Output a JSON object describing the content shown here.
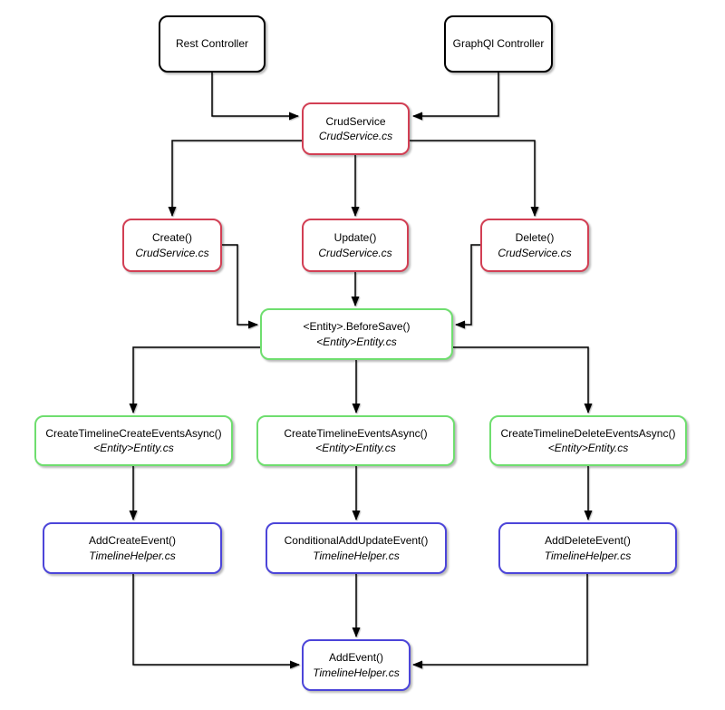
{
  "colors": {
    "black": "#000000",
    "red": "#d23f54",
    "green": "#6fde6f",
    "blue": "#4c45d9",
    "line": "#000000",
    "bg": "#ffffff"
  },
  "nodes": {
    "rest_controller": {
      "label": "Rest Controller"
    },
    "graphql_controller": {
      "label": "GraphQl Controller"
    },
    "crud_service": {
      "label": "CrudService",
      "sublabel": "CrudService.cs"
    },
    "create": {
      "label": "Create()",
      "sublabel": "CrudService.cs"
    },
    "update": {
      "label": "Update()",
      "sublabel": "CrudService.cs"
    },
    "delete": {
      "label": "Delete()",
      "sublabel": "CrudService.cs"
    },
    "before_save": {
      "label": "<Entity>.BeforeSave()",
      "sublabel": "<Entity>Entity.cs"
    },
    "create_timeline_create": {
      "label": "CreateTimelineCreateEventsAsync()",
      "sublabel": "<Entity>Entity.cs"
    },
    "create_timeline_events": {
      "label": "CreateTimelineEventsAsync()",
      "sublabel": "<Entity>Entity.cs"
    },
    "create_timeline_delete": {
      "label": "CreateTimelineDeleteEventsAsync()",
      "sublabel": "<Entity>Entity.cs"
    },
    "add_create_event": {
      "label": "AddCreateEvent()",
      "sublabel": "TimelineHelper.cs"
    },
    "conditional_add_update_event": {
      "label": "ConditionalAddUpdateEvent()",
      "sublabel": "TimelineHelper.cs"
    },
    "add_delete_event": {
      "label": "AddDeleteEvent()",
      "sublabel": "TimelineHelper.cs"
    },
    "add_event": {
      "label": "AddEvent()",
      "sublabel": "TimelineHelper.cs"
    }
  }
}
